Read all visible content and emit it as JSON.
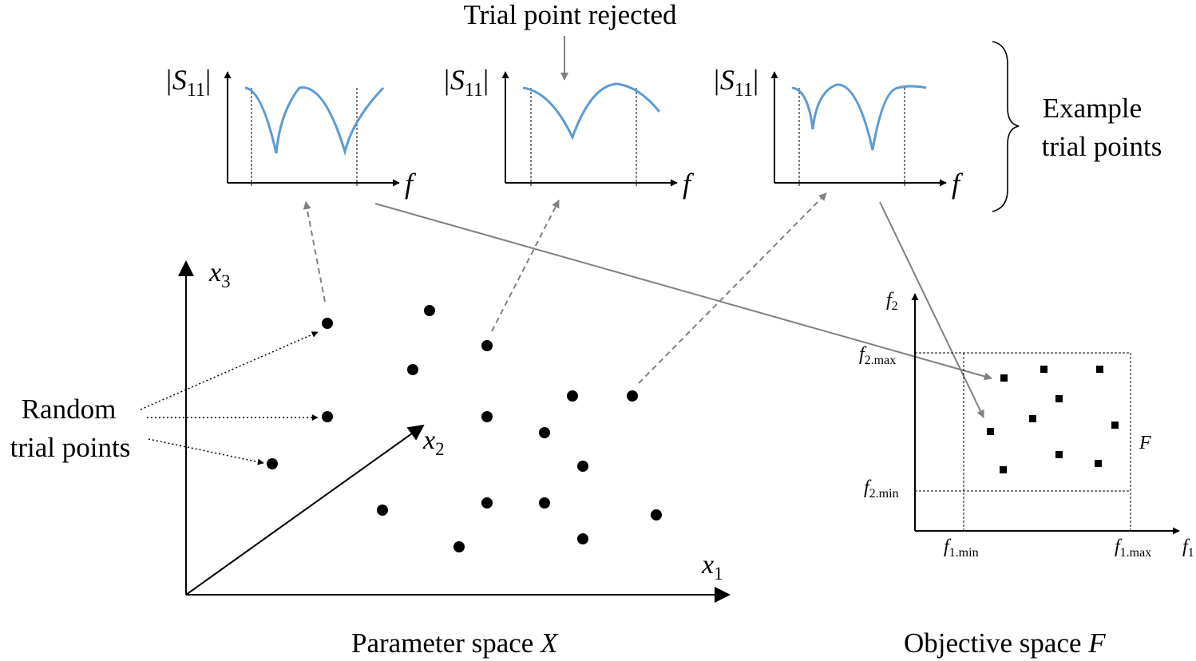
{
  "annotations": {
    "rejected": "Trial point rejected",
    "example_line1": "Example",
    "example_line2": "trial points",
    "random_line1": "Random",
    "random_line2": "trial points"
  },
  "mini_plots": [
    {
      "ylabel_main": "|S",
      "ylabel_sub": "11",
      "ylabel_end": "|",
      "xlabel": "f"
    },
    {
      "ylabel_main": "|S",
      "ylabel_sub": "11",
      "ylabel_end": "|",
      "xlabel": "f"
    },
    {
      "ylabel_main": "|S",
      "ylabel_sub": "11",
      "ylabel_end": "|",
      "xlabel": "f"
    }
  ],
  "parameter_space": {
    "axis_x1": "x",
    "axis_x1_sub": "1",
    "axis_x2": "x",
    "axis_x2_sub": "2",
    "axis_x3": "x",
    "axis_x3_sub": "3",
    "caption": "Parameter space ",
    "caption_var": "X"
  },
  "objective_space": {
    "axis_f1": "f",
    "axis_f1_sub": "1",
    "axis_f2": "f",
    "axis_f2_sub": "2",
    "f1_min": "f",
    "f1_min_sub": "1.min",
    "f1_max": "f",
    "f1_max_sub": "1.max",
    "f2_min": "f",
    "f2_min_sub": "2.min",
    "f2_max": "f",
    "f2_max_sub": "2.max",
    "region_label": "F",
    "caption": "Objective space ",
    "caption_var": "F"
  },
  "colors": {
    "curve": "#5b9bd5",
    "gray_arrow": "#808080",
    "ink": "#000000"
  }
}
